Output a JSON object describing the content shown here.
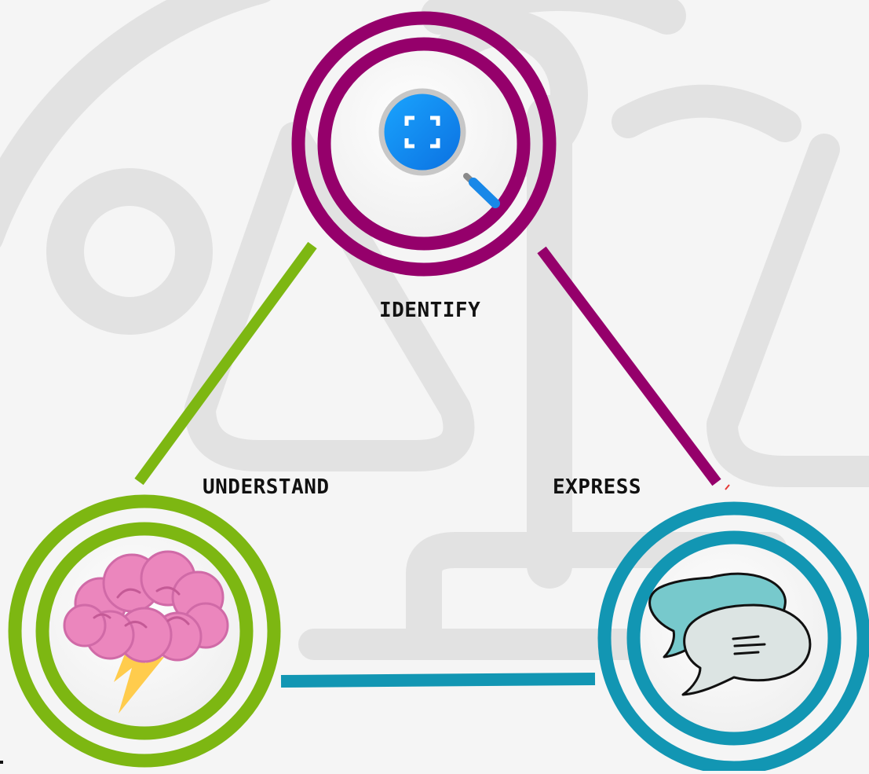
{
  "colors": {
    "background": "#f5f5f5",
    "watermark": "#e2e2e2",
    "identify": "#95006b",
    "understand": "#7db712",
    "express": "#1296b3",
    "label_text": "#111111"
  },
  "nodes": {
    "identify": {
      "label": "IDENTIFY",
      "icon": "magnifier-scan-icon"
    },
    "understand": {
      "label": "UNDERSTAND",
      "icon": "brain-lightning-icon"
    },
    "express": {
      "label": "EXPRESS",
      "icon": "speech-bubbles-icon"
    }
  },
  "background_icon": "balance-scale-icon"
}
